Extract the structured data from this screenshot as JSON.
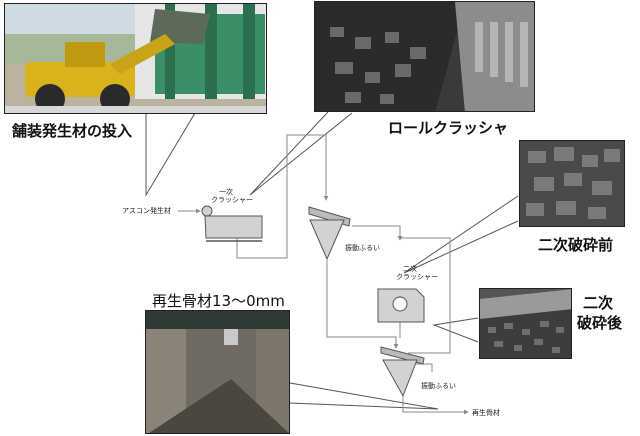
{
  "captions": {
    "paving_input": "舗装発生材の投入",
    "roll_crusher": "ロールクラッシャ",
    "before_secondary": "二次破砕前",
    "after_secondary_line1": "二次",
    "after_secondary_line2": "破砕後",
    "recycled_aggregate_size": "再生骨材13〜0mm"
  },
  "labels": {
    "ascon_waste": "アスコン発生材",
    "primary_crusher_line1": "一次",
    "primary_crusher_line2": "クラッシャー",
    "vibrating_screen_1": "振動ふるい",
    "secondary_crusher_line1": "二次",
    "secondary_crusher_line2": "クラッシャー",
    "vibrating_screen_2": "振動ふるい",
    "recycled_aggregate": "再生骨材"
  },
  "colors": {
    "equipment_fill": "#d2d2d2",
    "equipment_stroke": "#555555",
    "line": "#8a8a8a",
    "loader_yellow": "#d9b21c",
    "plant_green": "#3a8f66"
  }
}
